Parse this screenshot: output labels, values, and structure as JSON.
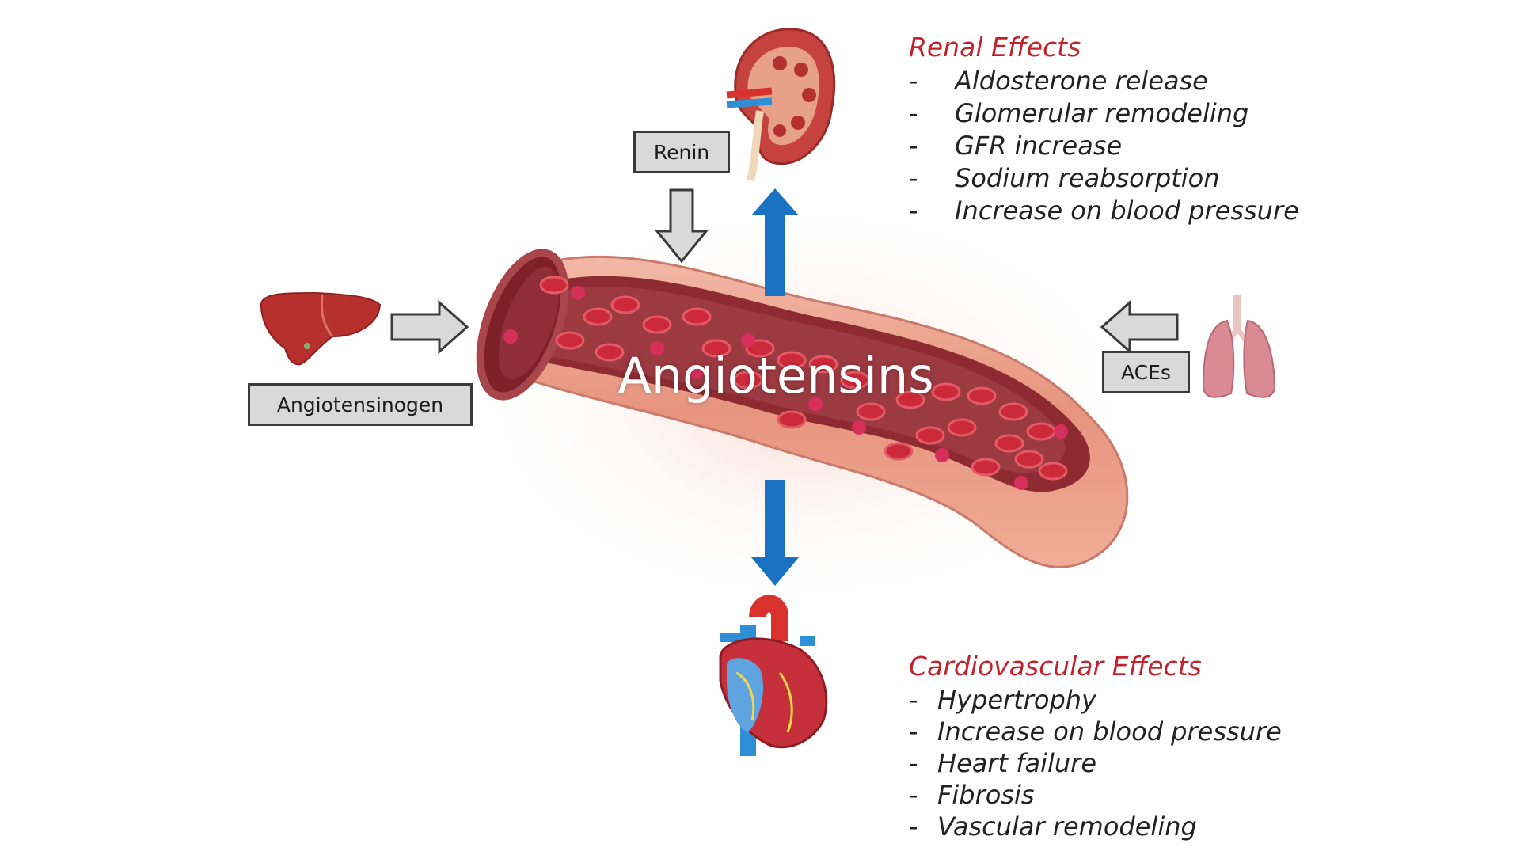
{
  "title": "Angiotensins",
  "boxes": {
    "renin": "Renin",
    "angiotensinogen": "Angiotensinogen",
    "aces": "ACEs"
  },
  "renal": {
    "heading": "Renal Effects",
    "items": [
      "Aldosterone release",
      "Glomerular remodeling",
      "GFR increase",
      "Sodium reabsorption",
      "Increase on blood pressure"
    ]
  },
  "cardio": {
    "heading": "Cardiovascular Effects",
    "items": [
      "Hypertrophy",
      "Increase on blood pressure",
      "Heart failure",
      "Fibrosis",
      "Vascular remodeling"
    ]
  },
  "icons": [
    "kidney-icon",
    "liver-icon",
    "lung-icon",
    "heart-icon",
    "blood-vessel-icon"
  ],
  "colors": {
    "accent_red": "#c0232b",
    "arrow_blue": "#1a72c2",
    "box_fill": "#d9d9d9",
    "vessel_outer": "#e9a08d",
    "vessel_inner": "#8e2a32",
    "cell_red": "#cc2a3a",
    "cell_pink": "#d72f5c"
  }
}
